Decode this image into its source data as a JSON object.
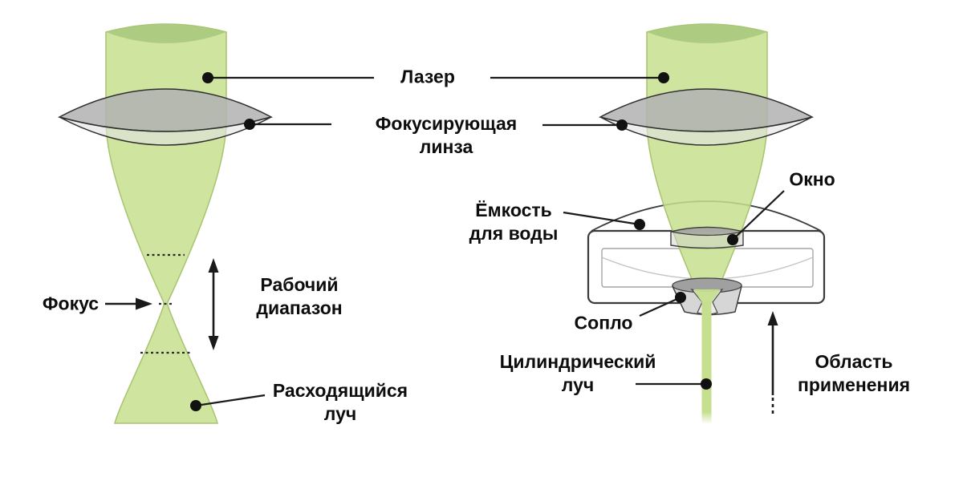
{
  "center_labels": {
    "laser": "Лазер",
    "lens_line1": "Фокусирующая",
    "lens_line2": "линза"
  },
  "left_diagram": {
    "focus_label": "Фокус",
    "range_line1": "Рабочий",
    "range_line2": "диапазон",
    "diverging_line1": "Расходящийся",
    "diverging_line2": "луч"
  },
  "right_diagram": {
    "window_label": "Окно",
    "container_line1": "Ёмкость",
    "container_line2": "для воды",
    "nozzle_label": "Сопло",
    "jet_line1": "Цилиндрический",
    "jet_line2": "луч",
    "area_line1": "Область",
    "area_line2": "применения"
  },
  "colors": {
    "beam_green": "#cde49c",
    "beam_edge": "#a8c470",
    "lens_gray": "#b2b2b2",
    "metal_gray": "#a0a0a0",
    "outline_black": "#1a1a1a",
    "background": "#ffffff"
  }
}
